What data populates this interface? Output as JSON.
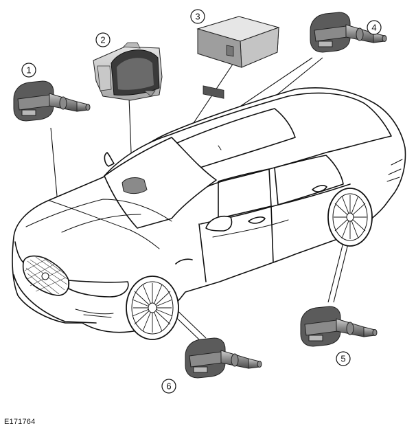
{
  "callouts": [
    {
      "id": "1",
      "label": "1"
    },
    {
      "id": "2",
      "label": "2"
    },
    {
      "id": "3",
      "label": "3"
    },
    {
      "id": "4",
      "label": "4"
    },
    {
      "id": "5",
      "label": "5"
    },
    {
      "id": "6",
      "label": "6"
    }
  ],
  "figure_id": "E171764",
  "components": [
    {
      "callout": "1",
      "icon": "tire-pressure-sensor-icon"
    },
    {
      "callout": "2",
      "icon": "instrument-cluster-icon"
    },
    {
      "callout": "3",
      "icon": "control-module-icon"
    },
    {
      "callout": "4",
      "icon": "tire-pressure-sensor-icon"
    },
    {
      "callout": "5",
      "icon": "tire-pressure-sensor-icon"
    },
    {
      "callout": "6",
      "icon": "tire-pressure-sensor-icon"
    }
  ]
}
